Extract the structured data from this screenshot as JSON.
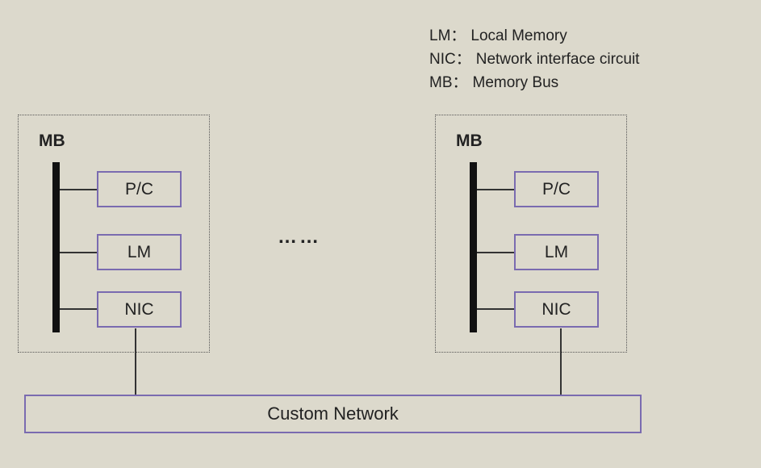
{
  "legend": [
    {
      "abbr": "LM：",
      "full": "Local Memory"
    },
    {
      "abbr": "NIC：",
      "full": "Network interface circuit"
    },
    {
      "abbr": "MB：",
      "full": "Memory Bus"
    }
  ],
  "nodes": [
    {
      "bus_label": "MB",
      "components": [
        "P/C",
        "LM",
        "NIC"
      ]
    },
    {
      "bus_label": "MB",
      "components": [
        "P/C",
        "LM",
        "NIC"
      ]
    }
  ],
  "ellipsis": "……",
  "network_label": "Custom Network",
  "colors": {
    "background": "#dcd9cc",
    "box_border": "#7a6bb0",
    "bus": "#111111"
  }
}
